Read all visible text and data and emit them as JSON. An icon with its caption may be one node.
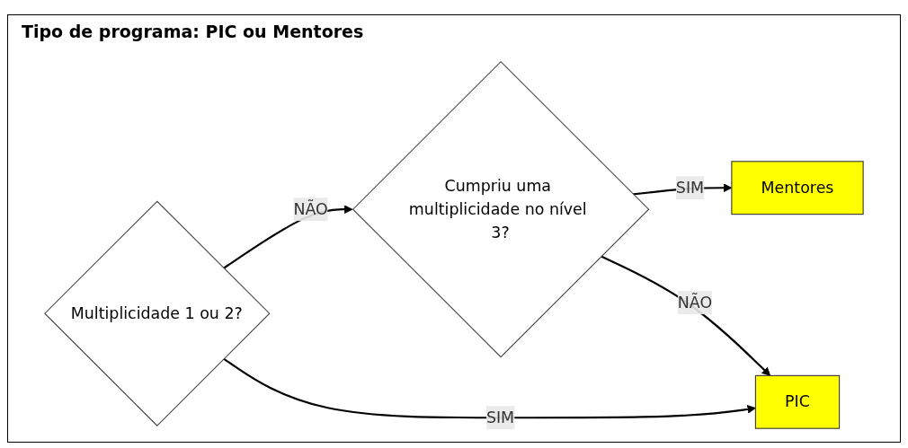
{
  "diagram": {
    "title": "Tipo de programa: PIC ou Mentores",
    "nodes": [
      {
        "text": [
          "Multiplicidade 1 ou 2?"
        ]
      },
      {
        "text": [
          "Cumpriu uma multiplicidade no nível 3?"
        ]
      },
      {
        "text": [
          "PIC"
        ]
      },
      {
        "text": [
          "Mentores"
        ]
      }
    ],
    "edges": [
      {
        "from": 0,
        "to": 1,
        "arrow": "to",
        "label": "NÃO"
      },
      {
        "from": 0,
        "to": 2,
        "arrow": "to",
        "label": "SIM"
      },
      {
        "from": 1,
        "to": 3,
        "arrow": "to",
        "label": "SIM"
      },
      {
        "from": 1,
        "to": 2,
        "arrow": "to",
        "label": "NÃO"
      }
    ]
  }
}
